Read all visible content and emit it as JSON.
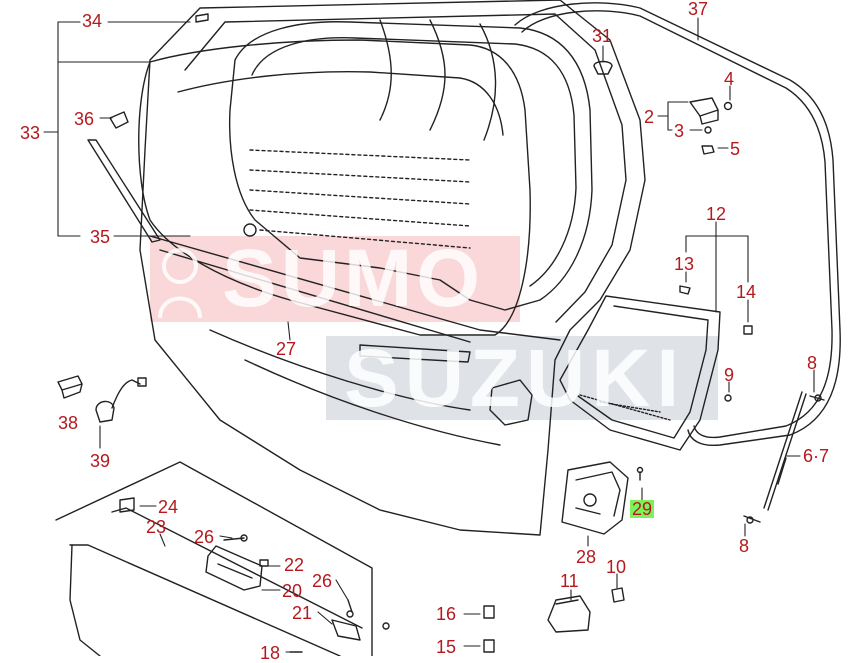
{
  "watermark": {
    "brand_top": "SUMO",
    "brand_bottom": "SUZUKI"
  },
  "colors": {
    "label": "#b5191e",
    "line": "#222222",
    "highlight": "#7cf25a",
    "watermark_red": "#e84852",
    "watermark_gray": "#96a0af"
  },
  "labels": [
    {
      "id": "34",
      "text": "34"
    },
    {
      "id": "33",
      "text": "33"
    },
    {
      "id": "36",
      "text": "36"
    },
    {
      "id": "35",
      "text": "35"
    },
    {
      "id": "31",
      "text": "31"
    },
    {
      "id": "37",
      "text": "37"
    },
    {
      "id": "4",
      "text": "4"
    },
    {
      "id": "2",
      "text": "2"
    },
    {
      "id": "3",
      "text": "3"
    },
    {
      "id": "5",
      "text": "5"
    },
    {
      "id": "12",
      "text": "12"
    },
    {
      "id": "13",
      "text": "13"
    },
    {
      "id": "14",
      "text": "14"
    },
    {
      "id": "27",
      "text": "27"
    },
    {
      "id": "38",
      "text": "38"
    },
    {
      "id": "39",
      "text": "39"
    },
    {
      "id": "9",
      "text": "9"
    },
    {
      "id": "8a",
      "text": "8"
    },
    {
      "id": "67",
      "text": "6·7"
    },
    {
      "id": "8b",
      "text": "8"
    },
    {
      "id": "29",
      "text": "29"
    },
    {
      "id": "28",
      "text": "28"
    },
    {
      "id": "10",
      "text": "10"
    },
    {
      "id": "11",
      "text": "11"
    },
    {
      "id": "24",
      "text": "24"
    },
    {
      "id": "23",
      "text": "23"
    },
    {
      "id": "26a",
      "text": "26"
    },
    {
      "id": "22",
      "text": "22"
    },
    {
      "id": "20",
      "text": "20"
    },
    {
      "id": "26b",
      "text": "26"
    },
    {
      "id": "21",
      "text": "21"
    },
    {
      "id": "16",
      "text": "16"
    },
    {
      "id": "15",
      "text": "15"
    },
    {
      "id": "18",
      "text": "18"
    }
  ]
}
